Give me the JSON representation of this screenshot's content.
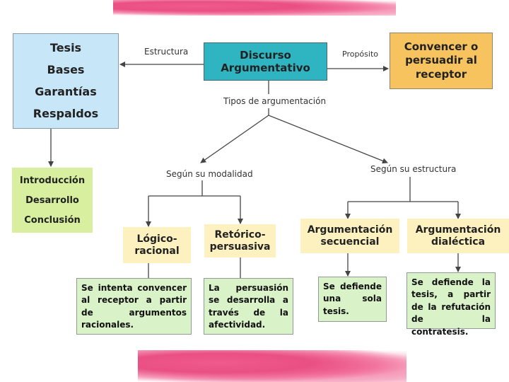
{
  "center": {
    "line1": "Discurso",
    "line2": "Argumentativo"
  },
  "structure_box": {
    "items": [
      "Tesis",
      "Bases",
      "Garantías",
      "Respaldos"
    ]
  },
  "purpose_box": {
    "line1": "Convencer o",
    "line2": "persuadir al",
    "line3": "receptor"
  },
  "parts_box": {
    "items": [
      "Introducción",
      "Desarrollo",
      "Conclusión"
    ]
  },
  "labels": {
    "estructura": "Estructura",
    "proposito": "Propósito",
    "tipos": "Tipos de argumentación",
    "modalidad": "Según su modalidad",
    "estructura_tipo": "Según su estructura"
  },
  "types": {
    "logico": {
      "line1": "Lógico-",
      "line2": "racional"
    },
    "retorico": {
      "line1": "Retórico-",
      "line2": "persuasiva"
    },
    "secuencial": {
      "line1": "Argumentación",
      "line2": "secuencial"
    },
    "dialectica": {
      "line1": "Argumentación",
      "line2": "dialéctica"
    }
  },
  "descriptions": {
    "logico": "Se intenta convencer al receptor a partir de argumentos racionales.",
    "retorico": "La persuasión se desarrolla a través de la afectividad.",
    "secuencial": "Se defiende una sola tesis.",
    "dialectica": "Se defiende la tesis, a partir de la refutación de la contratesis."
  },
  "colors": {
    "center": "#2fb5c1",
    "structure": "#c7e6f7",
    "purpose": "#f7c35f",
    "parts": "#d7ef9e",
    "types": "#fdf2bf",
    "description": "#d9f2c8"
  }
}
